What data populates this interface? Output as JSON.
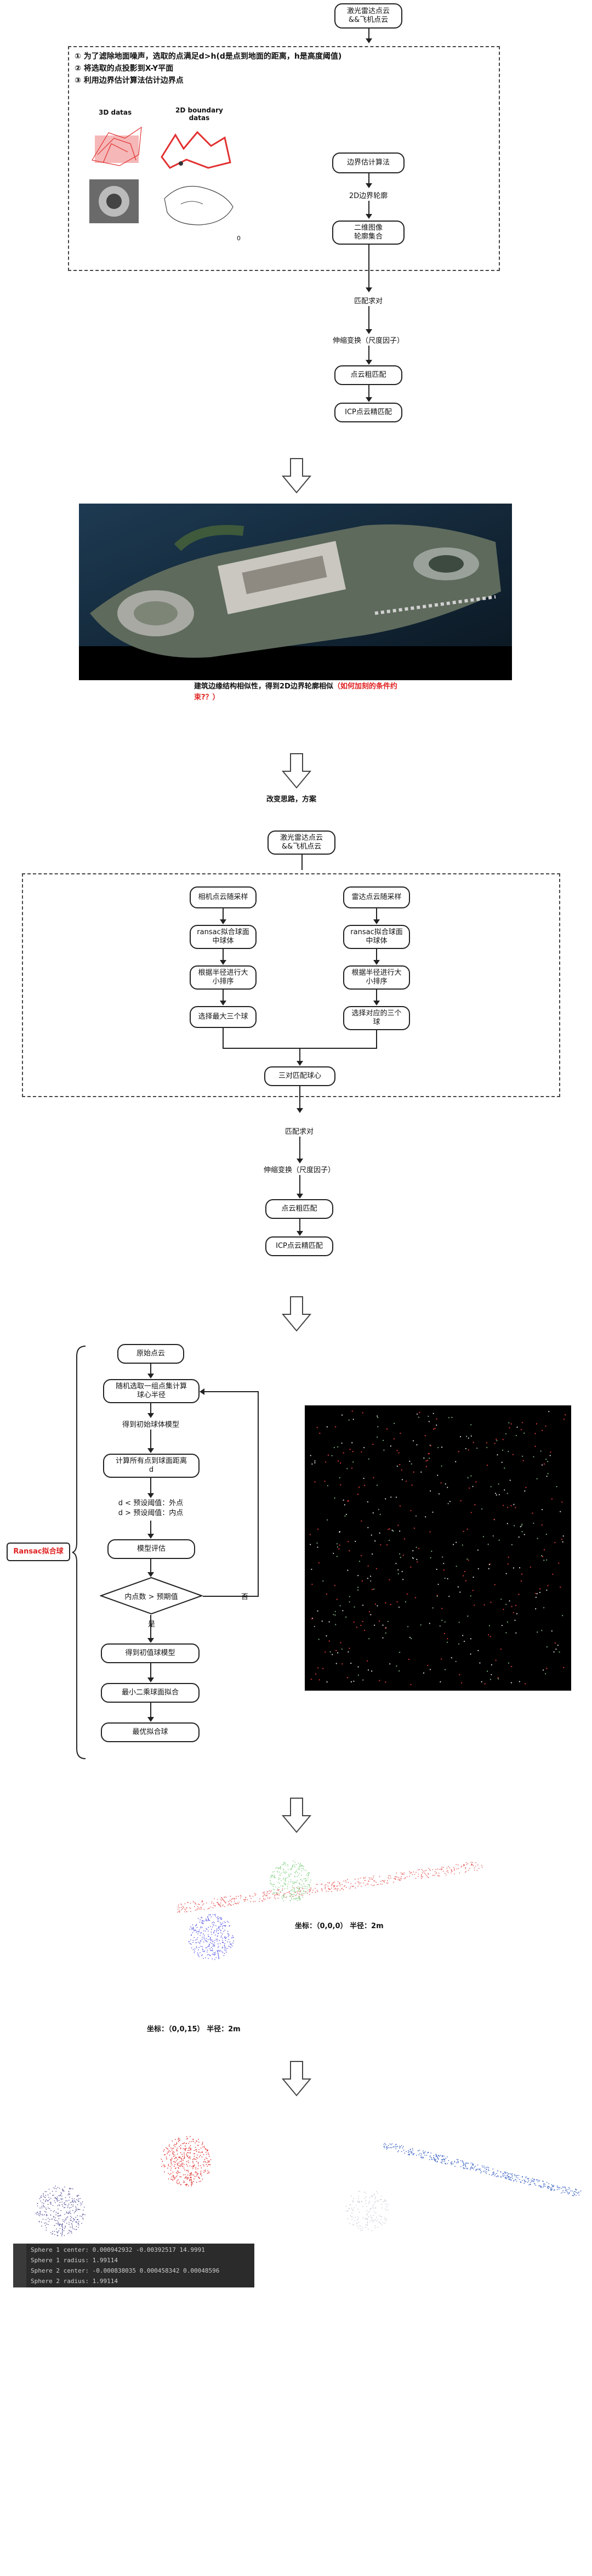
{
  "section1": {
    "top_node": "激光雷达点云\n&&飞机点云",
    "notes": [
      "① 为了滤除地面噪声，选取的点满足d>h(d是点到地面的距离，h是高度阈值)",
      "② 将选取的点投影到X-Y平面",
      "③ 利用边界估计算法估计边界点"
    ],
    "label_3d": "3D datas",
    "label_2d": "2D boundary\ndatas",
    "boundary_algo": "边界估计算法",
    "boundary_points": "2D边界轮廓",
    "binary_image": "二维图像\n轮廓集合",
    "match_features": "匹配求对",
    "scale_transform": "伸缩变换（尺度因子）",
    "coarse_match": "点云粗匹配",
    "icp": "ICP点云精匹配"
  },
  "section2": {
    "caption_black": "建筑边缘结构相似性，得到2D边界轮廓相似",
    "caption_red": "（如何加刻的条件约束?？）"
  },
  "section3": {
    "heading": "改变思路，方案",
    "top_node": "激光雷达点云\n&&飞机点云",
    "left_col": [
      "相机点云随采样",
      "ransac拟合球面\n中球体",
      "根据半径进行大\n小排序",
      "选择最大三个球"
    ],
    "right_col": [
      "雷达点云随采样",
      "ransac拟合球面\n中球体",
      "根据半径进行大\n小排序",
      "选择对应的三个\n球"
    ],
    "center_match": "三对匹配球心",
    "match_features": "匹配求对",
    "scale_transform": "伸缩变换（尺度因子）",
    "coarse_match": "点云粗匹配",
    "icp": "ICP点云精匹配"
  },
  "section4": {
    "side_label": "Ransac拟合球",
    "steps": [
      "原始点云",
      "随机选取一组点集计算\n球心半径",
      "得到初始球体模型",
      "计算所有点到球面距离\nd",
      "d < 预设阈值：外点\nd > 预设阈值：内点",
      "模型评估",
      "内点数 > 预期值",
      "得到初值球模型",
      "最小二乘球面拟合",
      "最优拟合球"
    ],
    "yes_label": "是",
    "no_label": "否"
  },
  "section5": {
    "coord1": "坐标：（0,0,0）  半径：2m",
    "coord2": "坐标：（0,0,15）  半径：2m"
  },
  "terminal": {
    "lines": [
      "Sphere 1 center: 0.000942932 -0.00392517 14.9991",
      "Sphere 1 radius: 1.99114",
      "Sphere 2 center: -0.000838035 0.000458342 0.00048596",
      "Sphere 2 radius: 1.99114"
    ]
  },
  "colors": {
    "accent_red": "#e02020",
    "line": "#222222"
  }
}
